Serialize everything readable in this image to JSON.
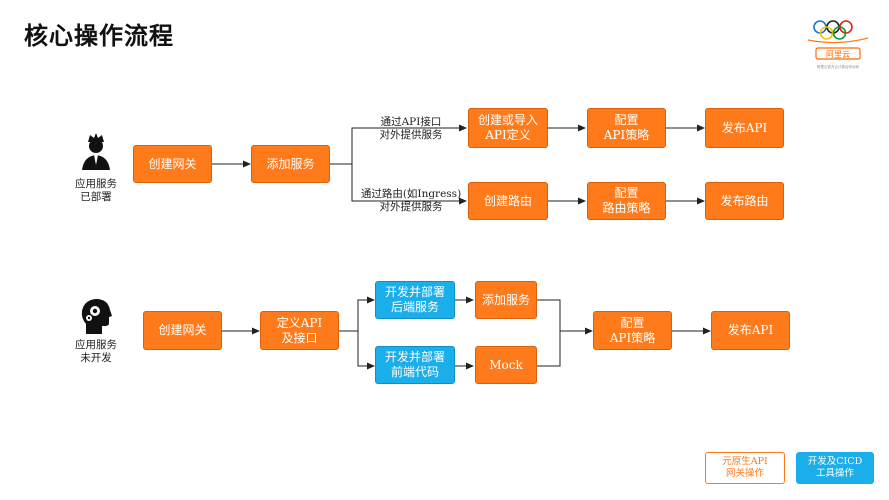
{
  "title": "核心操作流程",
  "logo": {
    "brand_text": "阿里云",
    "tagline": "阿里云官方云计算合作伙伴"
  },
  "row1": {
    "actor_label": "应用服务\n已部署",
    "create_gateway": "创建网关",
    "add_service": "添加服务",
    "branch_top_label": "通过API接口\n对外提供服务",
    "branch_bottom_label": "通过路由(如Ingress)\n对外提供服务",
    "create_import_api": "创建或导入\nAPI定义",
    "config_api_policy": "配置\nAPI策略",
    "publish_api": "发布API",
    "create_route": "创建路由",
    "config_route_policy": "配置\n路由策略",
    "publish_route": "发布路由"
  },
  "row2": {
    "actor_label": "应用服务\n未开发",
    "create_gateway": "创建网关",
    "define_api": "定义API\n及接口",
    "deploy_backend": "开发并部署\n后端服务",
    "deploy_frontend": "开发并部署\n前端代码",
    "add_service": "添加服务",
    "mock": "Mock",
    "config_api_policy": "配置\nAPI策略",
    "publish_api": "发布API"
  },
  "legend": {
    "native": "元原生API\n网关操作",
    "devtools": "开发及CICD\n工具操作"
  },
  "colors": {
    "orange": "#ff7a1a",
    "blue": "#1aaeea",
    "line": "#222222"
  }
}
